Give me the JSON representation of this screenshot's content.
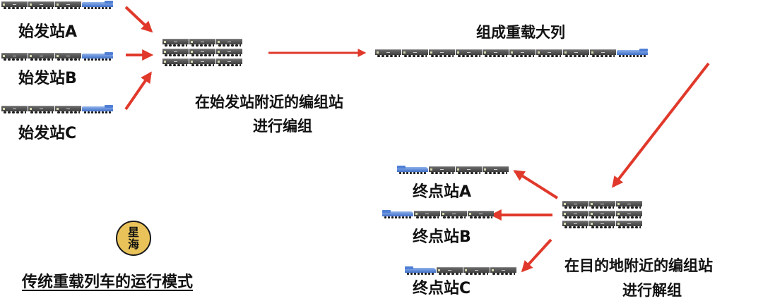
{
  "origin_stations": [
    {
      "label": "始发站A",
      "cars": 3,
      "locomotive": "right"
    },
    {
      "label": "始发站B",
      "cars": 3,
      "locomotive": "right"
    },
    {
      "label": "始发站C",
      "cars": 3,
      "locomotive": "right"
    }
  ],
  "origin_yard": {
    "label_line1": "在始发站附近的编组站",
    "label_line2": "进行编组",
    "rows": 3,
    "cars_per_row": 3
  },
  "heavy_train": {
    "label": "组成重载大列",
    "cars": 9,
    "locomotive": "right"
  },
  "destination_yard": {
    "label_line1": "在目的地附近的编组站",
    "label_line2": "进行解组",
    "rows": 3,
    "cars_per_row": 3
  },
  "destination_stations": [
    {
      "label": "终点站A",
      "cars": 3,
      "locomotive": "left"
    },
    {
      "label": "终点站B",
      "cars": 3,
      "locomotive": "left"
    },
    {
      "label": "终点站C",
      "cars": 3,
      "locomotive": "left"
    }
  ],
  "logo": {
    "line1": "星",
    "line2": "海"
  },
  "title": "传统重载列车的运行模式",
  "colors": {
    "arrow": "#e0392b",
    "locomotive": "#4f7fd6",
    "wagon": "#4a4a4a",
    "logo_bg": "#e9c35a"
  }
}
